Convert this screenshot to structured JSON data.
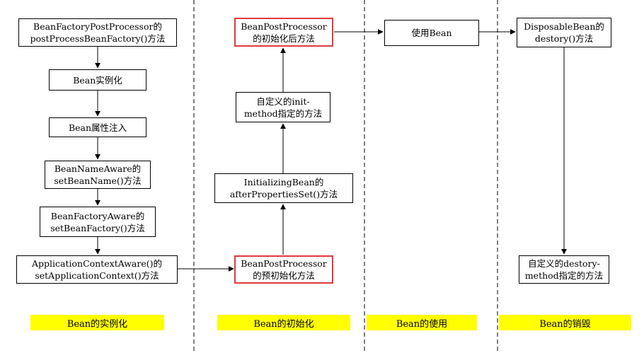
{
  "col1": {
    "bfpp": "BeanFactoryPostProcessor的\npostProcessBeanFactory()方法",
    "instantiate": "Bean实例化",
    "inject": "Bean属性注入",
    "bna": "BeanNameAware的\nsetBeanName()方法",
    "bfa": "BeanFactoryAware的\nsetBeanFactory()方法",
    "aca": "ApplicationContextAware()的\nsetApplicationContext()方法"
  },
  "col2": {
    "bpp_before": "BeanPostProcessor\n的预初始化方法",
    "ib": "InitializingBean的\nafterPropertiesSet()方法",
    "init_method": "自定义的init-\nmethod指定的方法",
    "bpp_after": "BeanPostProcessor\n的初始化后方法"
  },
  "col3": {
    "use": "使用Bean"
  },
  "col4": {
    "db": "DisposableBean的\ndestory()方法",
    "destroy_method": "自定义的destory-\nmethod指定的方法"
  },
  "phases": {
    "instantiation": "Bean的实例化",
    "initialization": "Bean的初始化",
    "usage": "Bean的使用",
    "destruction": "Bean的销毁"
  },
  "colors": {
    "highlight": "#e0393e",
    "phase_label": "#ffff00"
  }
}
